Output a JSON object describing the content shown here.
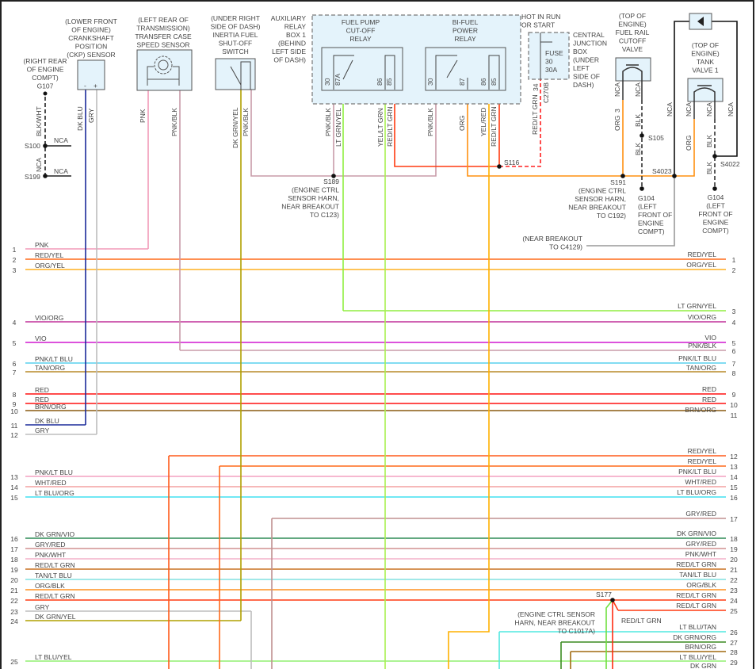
{
  "components": {
    "ground_g107": [
      "(RIGHT REAR",
      "OF ENGINE",
      "COMPT)",
      "G107"
    ],
    "ckp_sensor": [
      "(LOWER FRONT",
      "OF ENGINE)",
      "CRANKSHAFT",
      "POSITION",
      "(CKP) SENSOR"
    ],
    "transfer_case_sensor": [
      "(LEFT REAR OF",
      "TRANSMISSION)",
      "TRANSFER CASE",
      "SPEED SENSOR"
    ],
    "inertia_switch": [
      "(UNDER RIGHT",
      "SIDE OF DASH)",
      "INERTIA FUEL",
      "SHUT-OFF",
      "SWITCH"
    ],
    "aux_relay_box": [
      "AUXILIARY",
      "RELAY",
      "BOX 1",
      "(BEHIND",
      "LEFT SIDE",
      "OF DASH)"
    ],
    "fuel_pump_relay": [
      "FUEL PUMP",
      "CUT-OFF",
      "RELAY"
    ],
    "bifuel_relay": [
      "BI-FUEL",
      "POWER",
      "RELAY"
    ],
    "hot_in_run": [
      "HOT IN RUN",
      "OR START"
    ],
    "fuse": [
      "FUSE",
      "30",
      "30A"
    ],
    "central_junction_box": [
      "CENTRAL",
      "JUNCTION",
      "BOX",
      "(UNDER",
      "LEFT",
      "SIDE OF",
      "DASH)"
    ],
    "fuel_rail_valve": [
      "(TOP OF",
      "ENGINE)",
      "FUEL RAIL",
      "CUTOFF",
      "VALVE"
    ],
    "tank_valve": [
      "(TOP OF",
      "ENGINE)",
      "TANK",
      "VALVE 1"
    ],
    "s189_note": [
      "S189",
      "(ENGINE CTRL",
      "SENSOR HARN,",
      "NEAR BREAKOUT",
      "TO C123)"
    ],
    "s191_note": [
      "S191",
      "(ENGINE CTRL",
      "SENSOR HARN,",
      "NEAR BREAKOUT",
      "TO C192)"
    ],
    "g104_a": [
      "G104",
      "(LEFT",
      "FRONT OF",
      "ENGINE",
      "COMPT)"
    ],
    "g104_b": [
      "G104",
      "(LEFT",
      "FRONT OF",
      "ENGINE",
      "COMPT)"
    ],
    "c4129_note": [
      "(NEAR BREAKOUT",
      "TO C4129)"
    ],
    "s177_note": [
      "(ENGINE CTRL SENSOR",
      "HARN, NEAR BREAKOUT",
      "TO C1017A)"
    ]
  },
  "splices": {
    "s100": "S100",
    "s199": "S199",
    "s116": "S116",
    "s105": "S105",
    "s4023": "S4023",
    "s4022": "S4022",
    "s177": "S177",
    "c270b": "C270B"
  },
  "wire_labels": {
    "blk_wht": "BLK/WHT",
    "nca": "NCA",
    "dk_blu": "DK BLU",
    "gry": "GRY",
    "pnk": "PNK",
    "pnk_blk": "PNK/BLK",
    "dk_grn_yel": "DK GRN/YEL",
    "lt_grn_yel": "LT GRN/YEL",
    "yel_lt_grn": "YEL/LT GRN",
    "red_lt_grn": "RED/LT GRN",
    "org": "ORG",
    "yel_red": "YEL/RED",
    "blk": "BLK"
  },
  "pins": {
    "ckp_minus": "-",
    "ckp_plus": "+",
    "p1": "1",
    "p2": "2",
    "p3": "3",
    "p5": "5",
    "p6": "6",
    "p30": "30",
    "p87a": "87A",
    "p86": "86",
    "p85": "85",
    "p87": "87",
    "p34": "34"
  },
  "left_rows": [
    {
      "n": "1",
      "label": "PNK",
      "color": "#f29ab8"
    },
    {
      "n": "2",
      "label": "RED/YEL",
      "color": "#ff6a1a"
    },
    {
      "n": "3",
      "label": "ORG/YEL",
      "color": "#ffb020"
    },
    {
      "n": "4",
      "label": "VIO/ORG",
      "color": "#c0309a"
    },
    {
      "n": "5",
      "label": "VIO",
      "color": "#d018d0"
    },
    {
      "n": "6",
      "label": "PNK/LT BLU",
      "color": "#58d0ee"
    },
    {
      "n": "7",
      "label": "TAN/ORG",
      "color": "#b88a28"
    },
    {
      "n": "8",
      "label": "RED",
      "color": "#ff1010"
    },
    {
      "n": "9",
      "label": "RED",
      "color": "#ff1010"
    },
    {
      "n": "10",
      "label": "BRN/ORG",
      "color": "#8a5a10"
    },
    {
      "n": "11",
      "label": "DK BLU",
      "color": "#1a2a9a"
    },
    {
      "n": "12",
      "label": "GRY",
      "color": "#bdbdbd"
    },
    {
      "n": "13",
      "label": "PNK/LT BLU",
      "color": "#f4a0c0"
    },
    {
      "n": "14",
      "label": "WHT/RED",
      "color": "#f4a0a0"
    },
    {
      "n": "15",
      "label": "LT BLU/ORG",
      "color": "#40e0f0"
    },
    {
      "n": "16",
      "label": "DK GRN/VIO",
      "color": "#2e8b57"
    },
    {
      "n": "17",
      "label": "GRY/RED",
      "color": "#d09090"
    },
    {
      "n": "18",
      "label": "PNK/WHT",
      "color": "#f4b0c8"
    },
    {
      "n": "19",
      "label": "RED/LT GRN",
      "color": "#c87020"
    },
    {
      "n": "20",
      "label": "TAN/LT BLU",
      "color": "#80e0e0"
    },
    {
      "n": "21",
      "label": "ORG/BLK",
      "color": "#ff9020"
    },
    {
      "n": "22",
      "label": "RED/LT GRN",
      "color": "#ff3a10"
    },
    {
      "n": "23",
      "label": "GRY",
      "color": "#bdbdbd"
    },
    {
      "n": "24",
      "label": "DK GRN/YEL",
      "color": "#b0a000"
    },
    {
      "n": "25",
      "label": "LT BLU/YEL",
      "color": "#90f070"
    }
  ],
  "right_rows": [
    {
      "n": "1",
      "label": "RED/YEL",
      "color": "#ff6a1a"
    },
    {
      "n": "2",
      "label": "ORG/YEL",
      "color": "#ffb020"
    },
    {
      "n": "3",
      "label": "LT GRN/YEL",
      "color": "#90ee40"
    },
    {
      "n": "4",
      "label": "VIO/ORG",
      "color": "#c0309a"
    },
    {
      "n": "5",
      "label": "VIO",
      "color": "#d018d0"
    },
    {
      "n": "6",
      "label": "PNK/BLK",
      "color": "#c89ba8"
    },
    {
      "n": "7",
      "label": "PNK/LT BLU",
      "color": "#58d0ee"
    },
    {
      "n": "8",
      "label": "TAN/ORG",
      "color": "#b88a28"
    },
    {
      "n": "9",
      "label": "RED",
      "color": "#ff1010"
    },
    {
      "n": "10",
      "label": "RED",
      "color": "#ff1010"
    },
    {
      "n": "11",
      "label": "BRN/ORG",
      "color": "#8a5a10"
    },
    {
      "n": "12",
      "label": "RED/YEL",
      "color": "#ff5a1a"
    },
    {
      "n": "13",
      "label": "RED/YEL",
      "color": "#ff6a1a"
    },
    {
      "n": "14",
      "label": "PNK/LT BLU",
      "color": "#f4a0c0"
    },
    {
      "n": "15",
      "label": "WHT/RED",
      "color": "#f4a0a0"
    },
    {
      "n": "16",
      "label": "LT BLU/ORG",
      "color": "#40e0f0"
    },
    {
      "n": "17",
      "label": "GRY/RED",
      "color": "#c09090"
    },
    {
      "n": "18",
      "label": "DK GRN/VIO",
      "color": "#2e8b57"
    },
    {
      "n": "19",
      "label": "GRY/RED",
      "color": "#d09090"
    },
    {
      "n": "20",
      "label": "PNK/WHT",
      "color": "#f4b0c8"
    },
    {
      "n": "21",
      "label": "RED/LT GRN",
      "color": "#c87020"
    },
    {
      "n": "22",
      "label": "TAN/LT BLU",
      "color": "#80e0e0"
    },
    {
      "n": "23",
      "label": "ORG/BLK",
      "color": "#ff9020"
    },
    {
      "n": "24",
      "label": "RED/LT GRN",
      "color": "#ff3a10"
    },
    {
      "n": "25",
      "label": "RED/LT GRN",
      "color": "#ff3a10"
    },
    {
      "n": "26",
      "label": "LT BLU/TAN",
      "color": "#50e8e0"
    },
    {
      "n": "27",
      "label": "DK GRN/ORG",
      "color": "#3a8a20"
    },
    {
      "n": "28",
      "label": "BRN/ORG",
      "color": "#a06a10"
    },
    {
      "n": "29",
      "label": "LT BLU/YEL",
      "color": "#90f070"
    },
    {
      "n": "",
      "label": "DK GRN",
      "color": "#2e7a2e"
    }
  ]
}
